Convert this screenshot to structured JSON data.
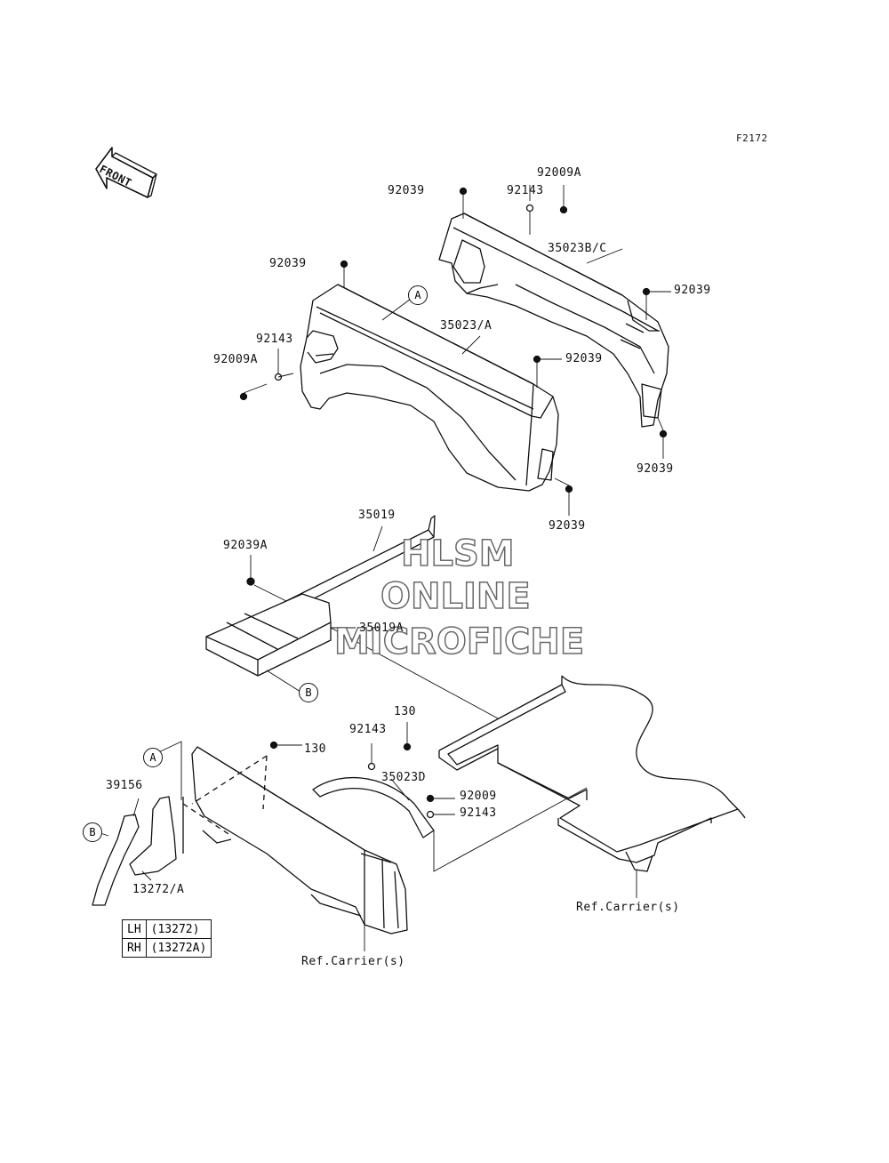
{
  "figure_id": "F2172",
  "front_label": "FRONT",
  "watermark": {
    "line1": "HLSM",
    "line2": "ONLINE",
    "line3": "MICROFICHE"
  },
  "callouts": {
    "a": "A",
    "b": "B"
  },
  "parts": {
    "p92039_a": "92039",
    "p92143_a": "92143",
    "p92009a_a": "92009A",
    "p35023bc": "35023B/C",
    "p92039_b": "92039",
    "p92039_c": "92039",
    "p35023a": "35023/A",
    "p92143_b": "92143",
    "p92009a_b": "92009A",
    "p92039_d": "92039",
    "p92039_e": "92039",
    "p92039_f": "92039",
    "p35019": "35019",
    "p92039a": "92039A",
    "p35019a": "35019A",
    "p130_a": "130",
    "p92143_c": "92143",
    "p130_b": "130",
    "p39156": "39156",
    "p35023d": "35023D",
    "p92009": "92009",
    "p92143_d": "92143",
    "p13272a": "13272/A",
    "ref_carrier_a": "Ref.Carrier(s)",
    "ref_carrier_b": "Ref.Carrier(s)"
  },
  "legend": {
    "rows": [
      {
        "side": "LH",
        "part": "(13272)"
      },
      {
        "side": "RH",
        "part": "(13272A)"
      }
    ]
  }
}
